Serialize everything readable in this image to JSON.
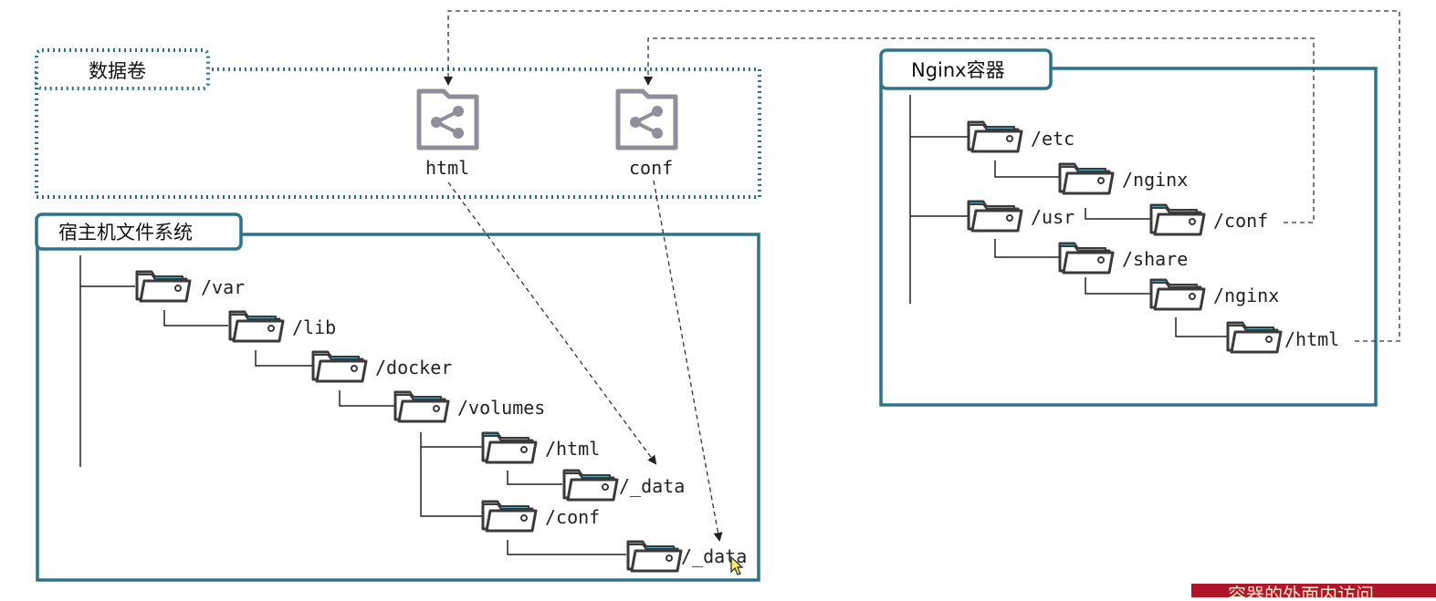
{
  "volume_panel": {
    "title": "数据卷",
    "volumes": [
      {
        "name": "html"
      },
      {
        "name": "conf"
      }
    ]
  },
  "host_panel": {
    "title": "宿主机文件系统",
    "folders": [
      {
        "label": "/var"
      },
      {
        "label": "/lib"
      },
      {
        "label": "/docker"
      },
      {
        "label": "/volumes"
      },
      {
        "label": "/html"
      },
      {
        "label": "/_data"
      },
      {
        "label": "/conf"
      },
      {
        "label": "/_data"
      }
    ]
  },
  "container_panel": {
    "title": "Nginx容器",
    "folders": [
      {
        "label": "/etc"
      },
      {
        "label": "/nginx"
      },
      {
        "label": "/usr"
      },
      {
        "label": "/conf"
      },
      {
        "label": "/share"
      },
      {
        "label": "/nginx"
      },
      {
        "label": "/html"
      }
    ]
  },
  "colors": {
    "panel_border": "#2e7488",
    "volume_icon": "#8f8f99",
    "folder_tab": "#5aa3b8",
    "folder_outline": "#3a3a3a"
  },
  "bottom_banner": {
    "text": "容器的外面内访问"
  }
}
